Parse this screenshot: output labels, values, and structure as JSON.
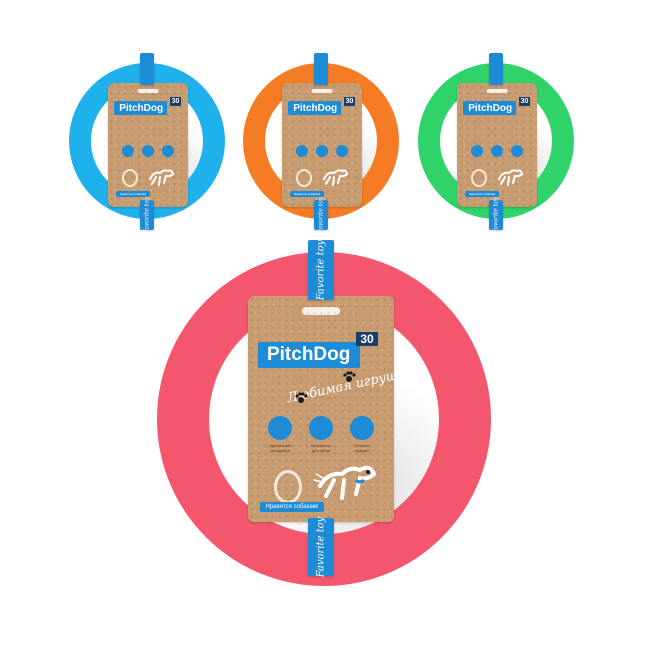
{
  "product": {
    "brand": "PitchDog",
    "size_small": "30",
    "size_large": "30",
    "script_text": "Любимая игрушка",
    "strap_text": "Favorite toy",
    "feature_labels": [
      "Идеальный\nкатящийся",
      "Безопасно\nдля зубов",
      "Отлично\nплавает"
    ],
    "bubble_text": "Нравится собакам!"
  },
  "variants": [
    {
      "name": "blue",
      "color": "#1eb1ec"
    },
    {
      "name": "orange",
      "color": "#f57c24"
    },
    {
      "name": "green",
      "color": "#2fd36a"
    },
    {
      "name": "pink",
      "color": "#f4566e"
    }
  ],
  "colors": {
    "kraft": "#c89c71",
    "label_blue": "#1e8bd6",
    "size_badge": "#1b3d6e"
  },
  "icons": [
    "paw-icon",
    "ring-icon",
    "tooth-icon",
    "wave-icon",
    "dog-icon"
  ]
}
